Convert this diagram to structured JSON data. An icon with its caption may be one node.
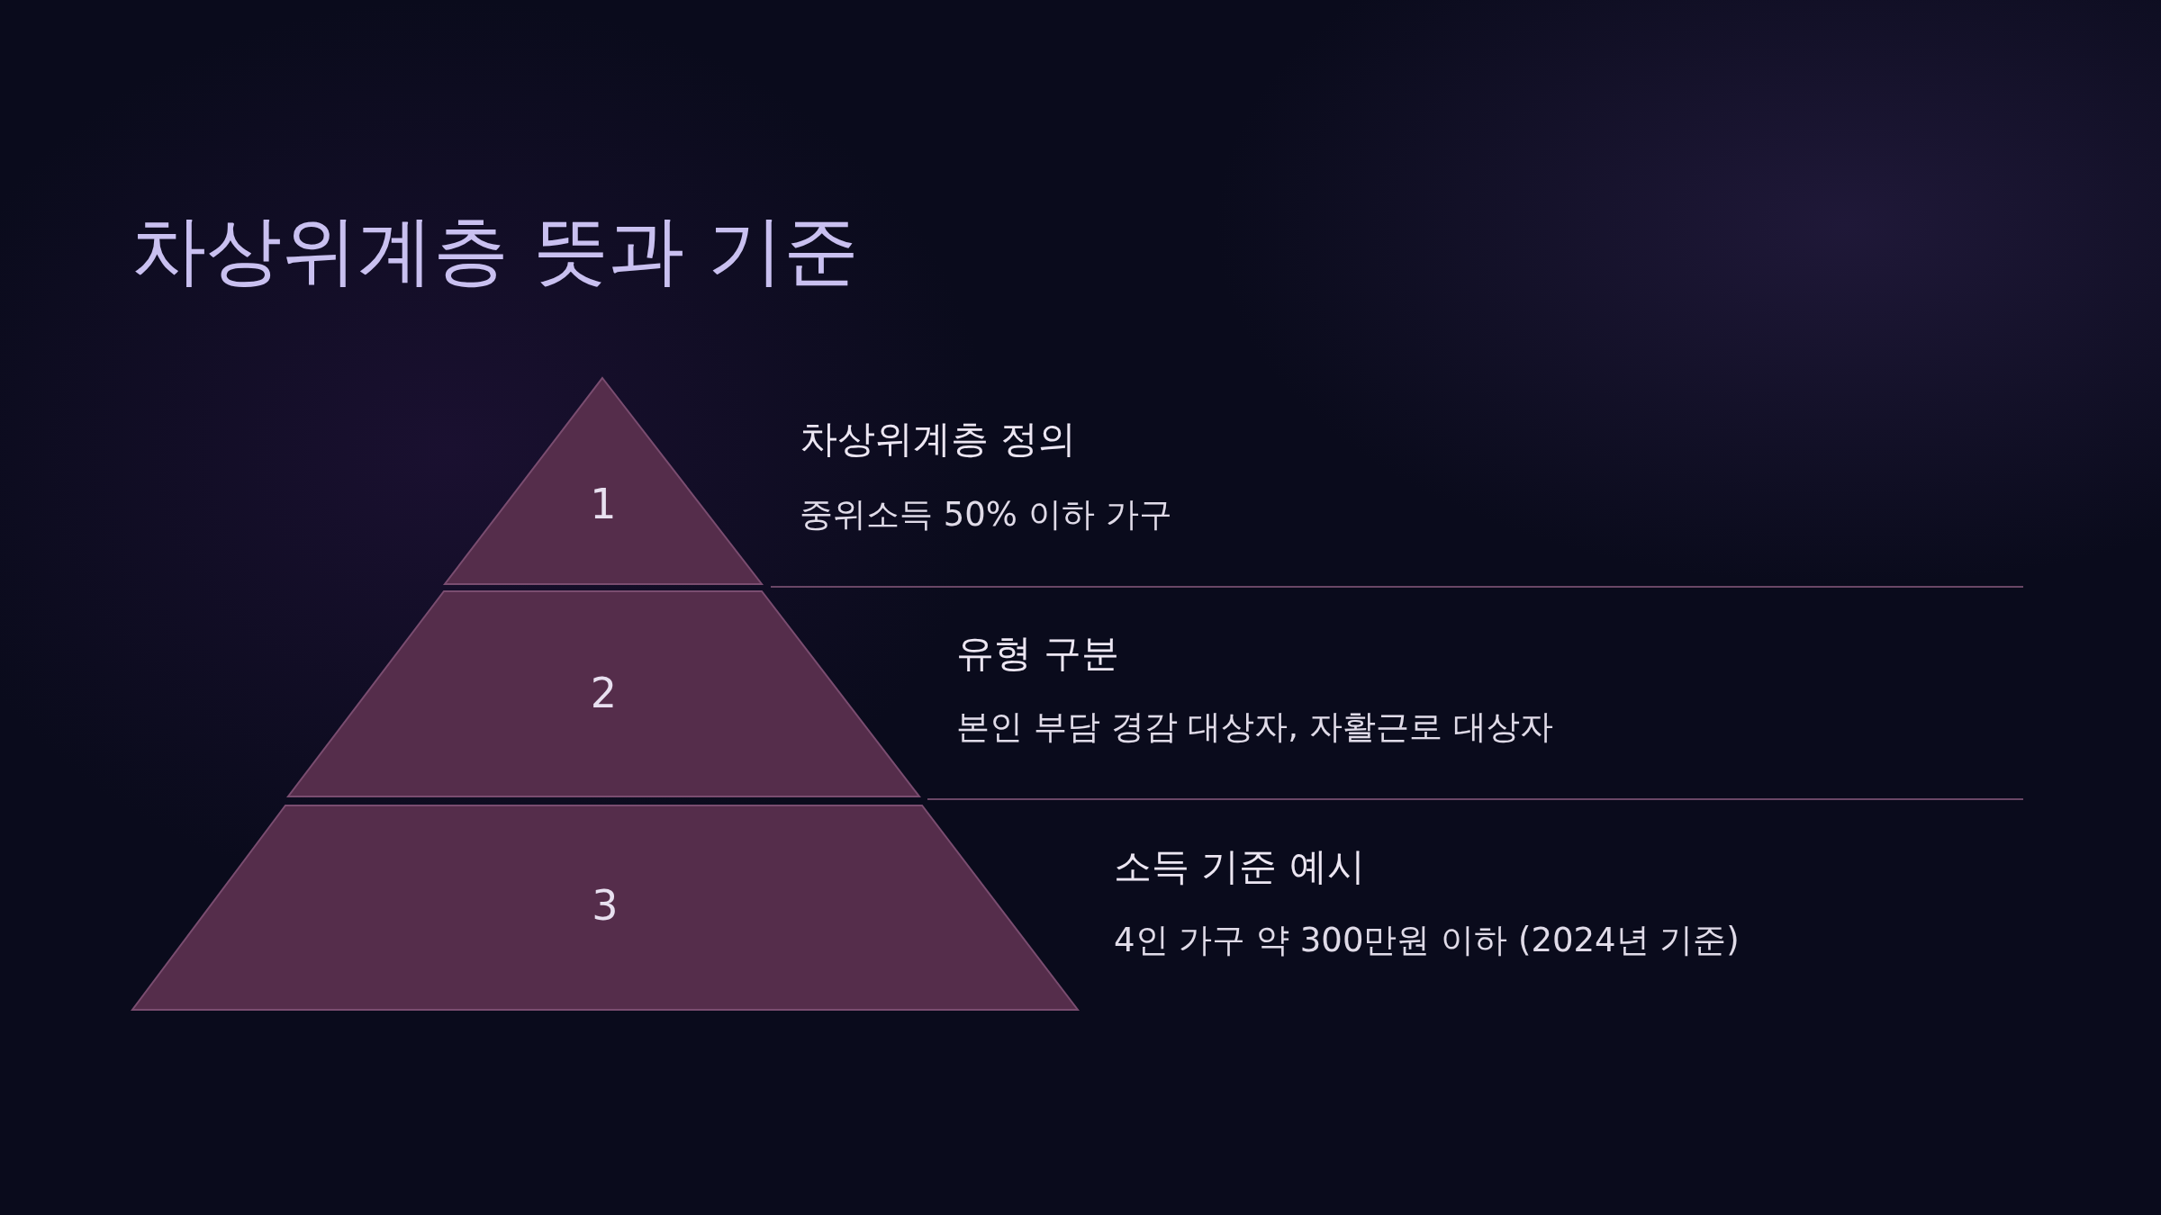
{
  "diagram": {
    "title": "차상위계층 뜻과 기준",
    "nodes": [
      {
        "text": [
          "1"
        ],
        "beside": [
          "차상위계층 정의",
          "중위소득 50% 이하 가구"
        ]
      },
      {
        "text": [
          "2"
        ],
        "beside": [
          "유형 구분",
          "본인 부담 경감 대상자, 자활근로 대상자"
        ]
      },
      {
        "text": [
          "3"
        ],
        "beside": [
          "소득 기준 예시",
          "4인 가구 약 300만원 이하 (2024년 기준)"
        ]
      }
    ]
  }
}
